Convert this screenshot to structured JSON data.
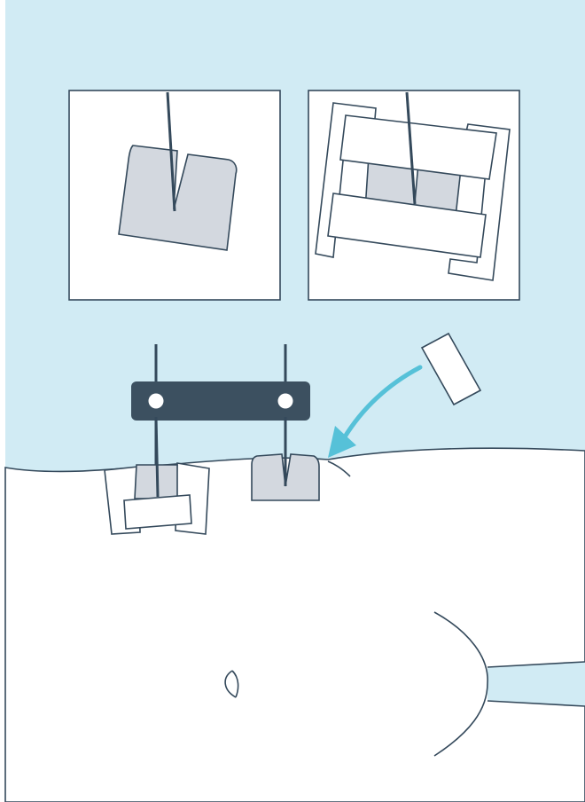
{
  "colors": {
    "background_sky": "#d1ebf4",
    "page_white": "#ffffff",
    "outline": "#34495b",
    "tissue_gray": "#d3d8df",
    "bar_dark": "#3c5060",
    "arrow_accent": "#56c1d8",
    "inset_stroke": "#34495b"
  },
  "diagram": {
    "insets": [
      {
        "name": "inset-single-block-with-needle",
        "content": "needle-in-tissue-block"
      },
      {
        "name": "inset-block-with-bolsters",
        "content": "needle-in-tissue-block-with-bolsters"
      }
    ],
    "clamp_bar": {
      "pin_count": 2
    },
    "bolster_pad": {
      "count": 1
    },
    "icons": [
      "needle-icon",
      "curved-arrow-icon",
      "pin-dot-icon"
    ]
  }
}
